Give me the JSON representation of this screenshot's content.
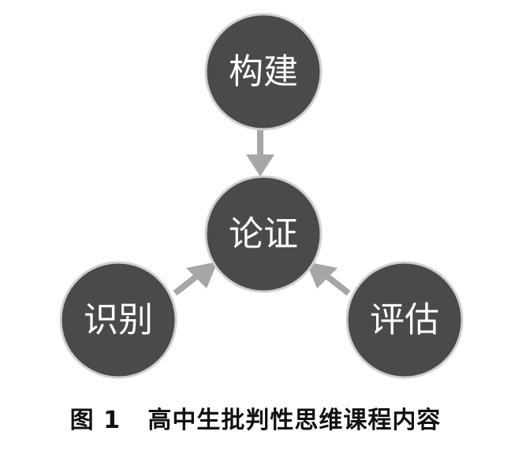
{
  "diagram": {
    "nodes": {
      "top": {
        "label": "构建"
      },
      "center": {
        "label": "论证"
      },
      "left": {
        "label": "识别"
      },
      "right": {
        "label": "评估"
      }
    },
    "edges": [
      {
        "from": "top",
        "to": "center"
      },
      {
        "from": "left",
        "to": "center"
      },
      {
        "from": "right",
        "to": "center"
      }
    ],
    "colors": {
      "node_fill": "#4a4a4a",
      "node_text": "#ffffff",
      "arrow": "#a6a6a6"
    }
  },
  "caption": {
    "figure_number": "图 1",
    "title": "高中生批判性思维课程内容"
  }
}
